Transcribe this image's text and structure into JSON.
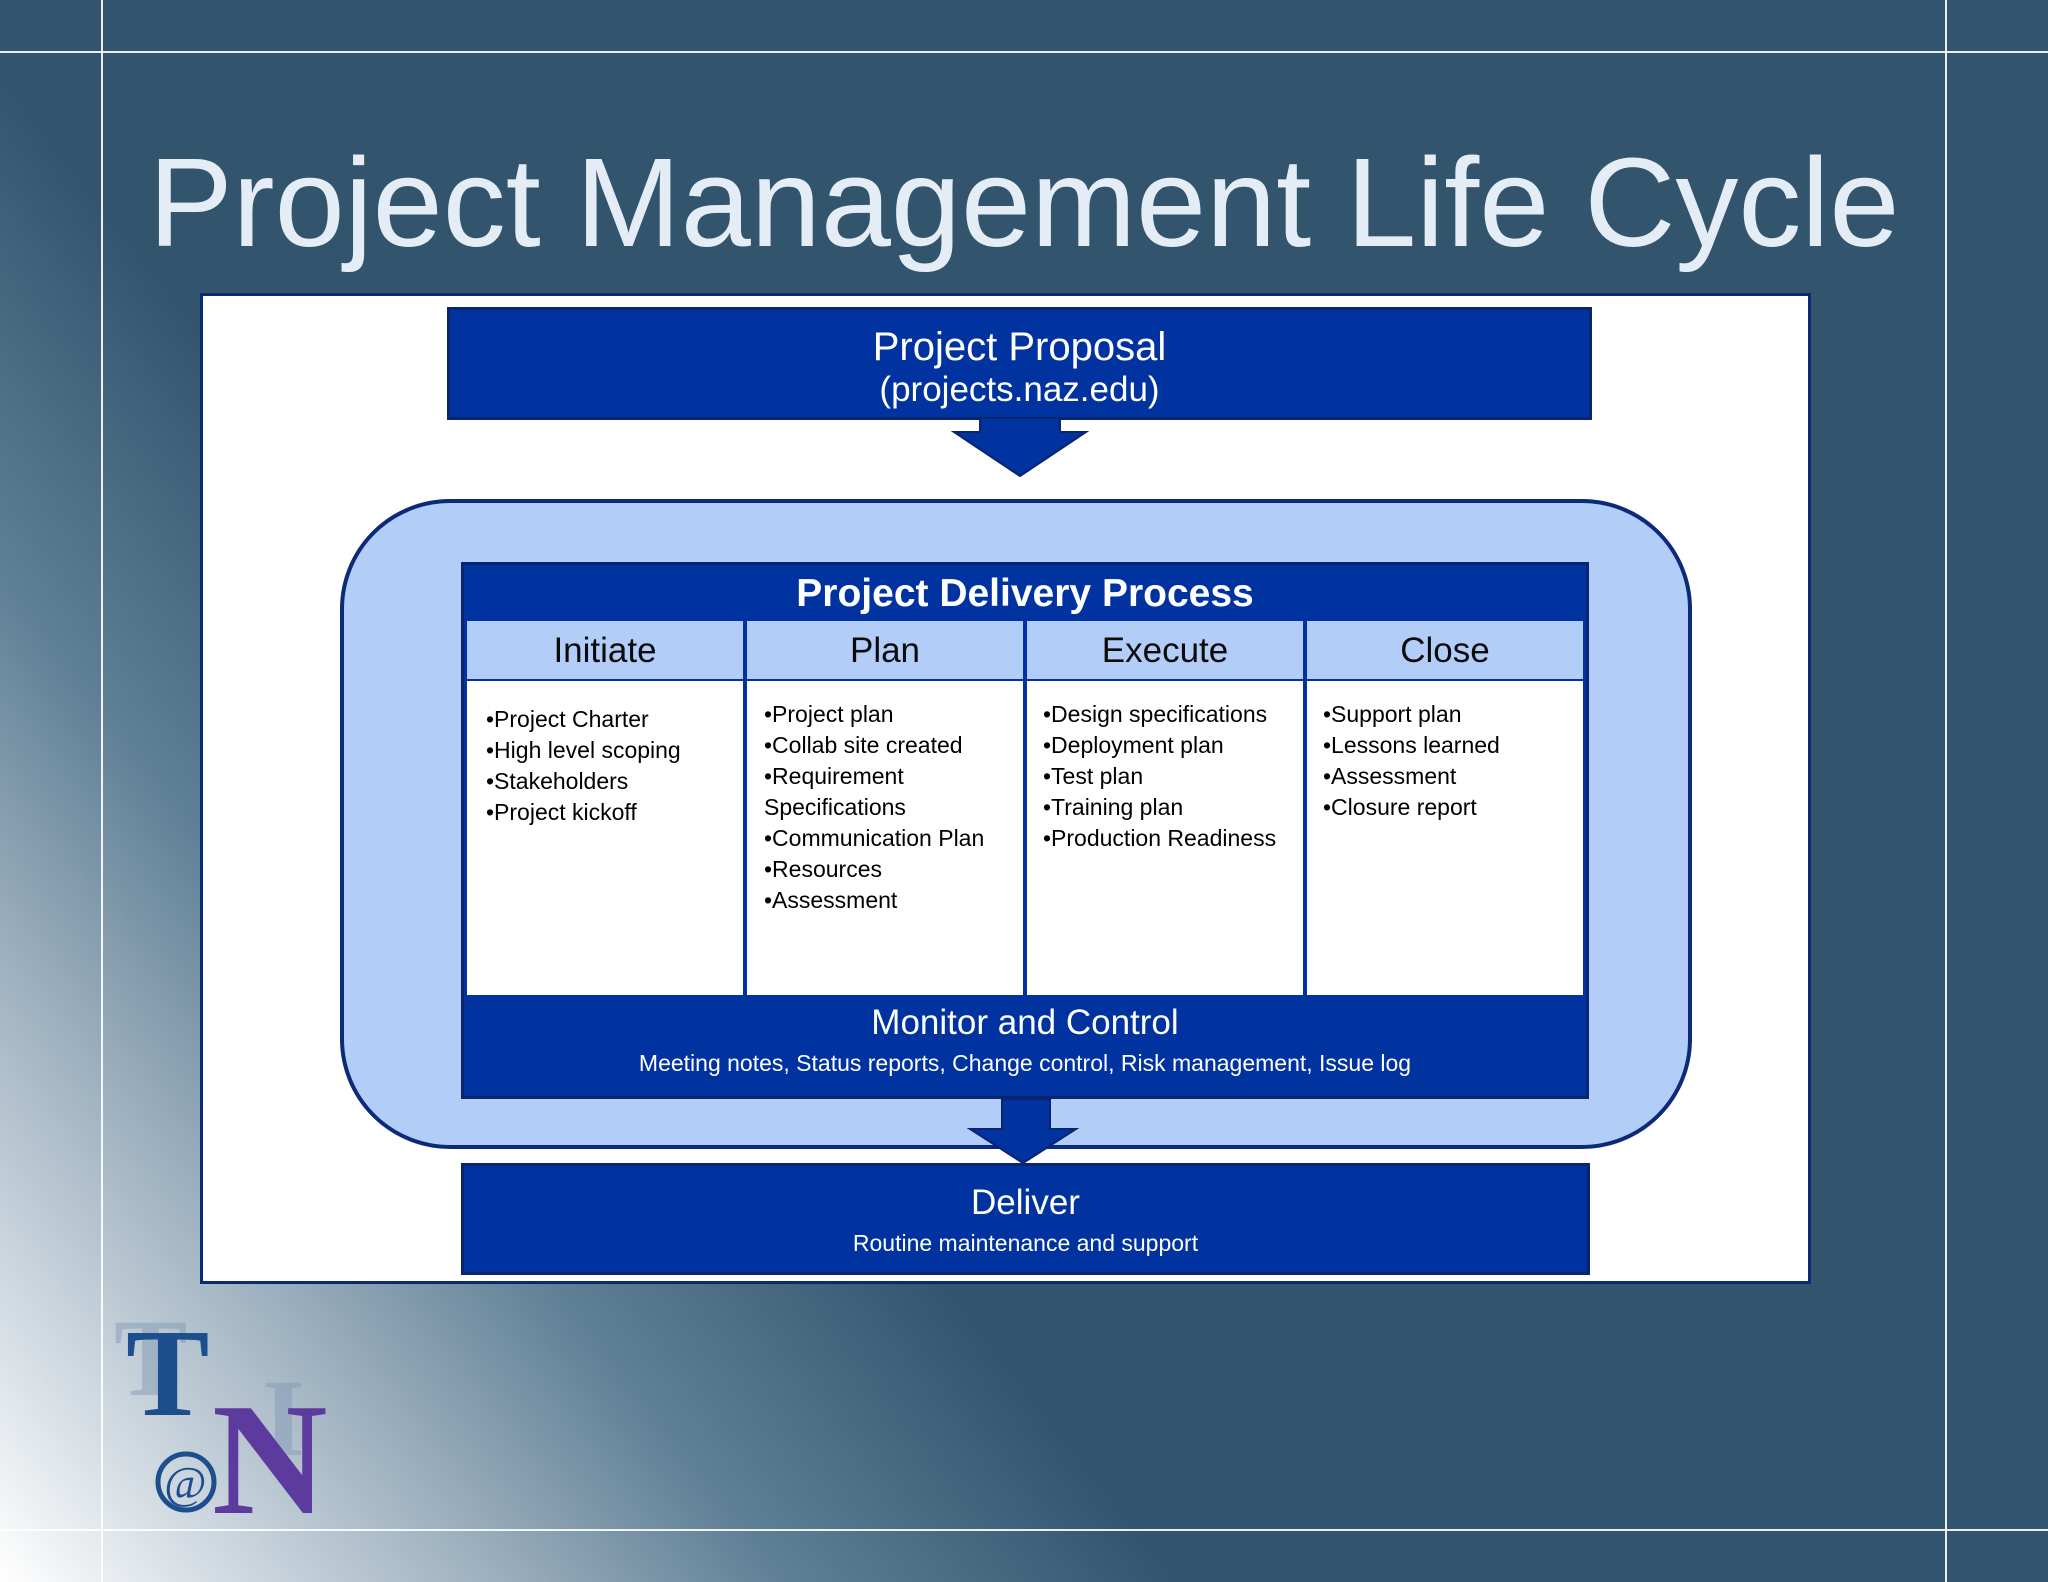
{
  "slide": {
    "title": "Project Management Life Cycle"
  },
  "proposal": {
    "title": "Project Proposal",
    "subtitle": "(projects.naz.edu)"
  },
  "delivery_process": {
    "title": "Project Delivery Process",
    "phases": [
      {
        "name": "Initiate",
        "items": [
          "•Project Charter",
          "•High level scoping",
          "•Stakeholders",
          "•Project kickoff"
        ]
      },
      {
        "name": "Plan",
        "items": [
          "•Project plan",
          "•Collab site created",
          "•Requirement",
          "Specifications",
          "•Communication Plan",
          "•Resources",
          "•Assessment"
        ]
      },
      {
        "name": "Execute",
        "items": [
          "•Design specifications",
          "•Deployment plan",
          "•Test plan",
          "•Training plan",
          "•Production Readiness"
        ]
      },
      {
        "name": "Close",
        "items": [
          "•Support plan",
          "•Lessons learned",
          "•Assessment",
          "•Closure report"
        ]
      }
    ],
    "monitor": {
      "title": "Monitor and Control",
      "subtitle": "Meeting notes, Status reports, Change control, Risk management, Issue log"
    }
  },
  "deliver": {
    "title": "Deliver",
    "subtitle": "Routine maintenance and support"
  },
  "logo": {
    "letters": [
      "T",
      "@",
      "N"
    ]
  },
  "colors": {
    "background": "#32546d",
    "dark_blue": "#0033a0",
    "light_blue": "#b3cdf9",
    "title_text": "#e4edf5",
    "logo_blue": "#1d4f8f",
    "logo_purple": "#5d3a9e"
  }
}
